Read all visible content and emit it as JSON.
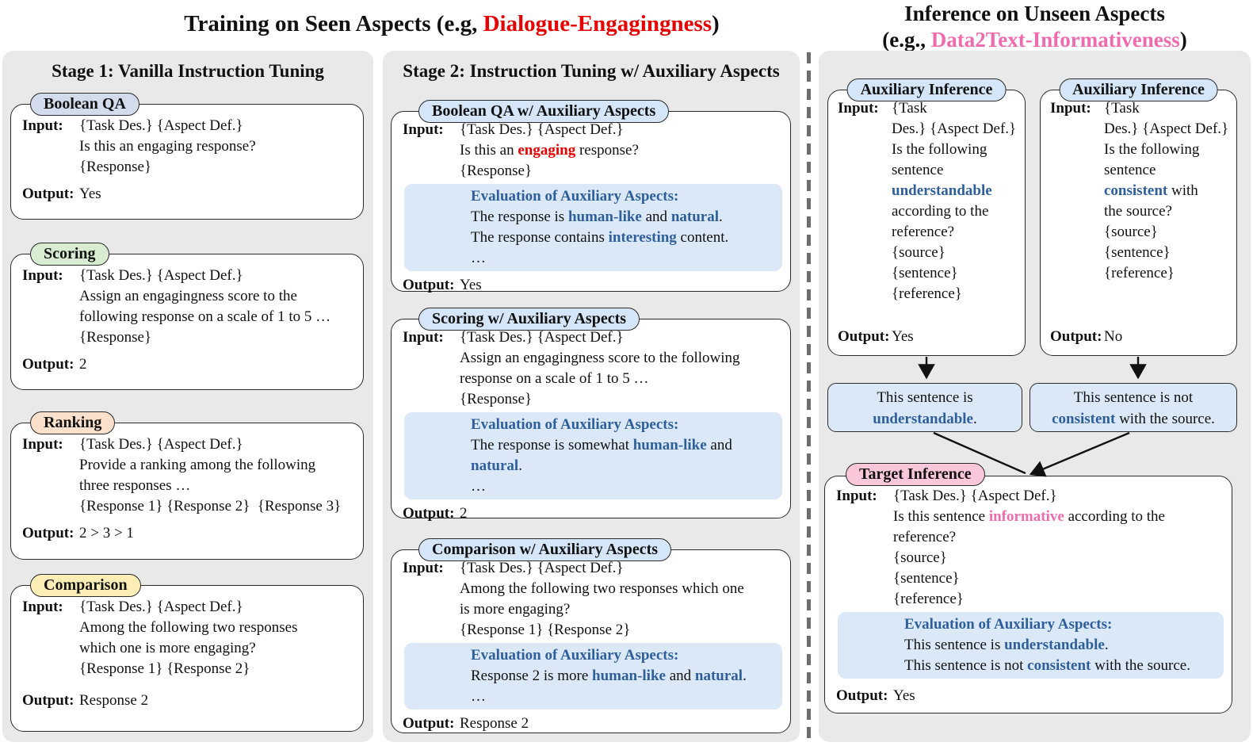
{
  "colors": {
    "red": "#e60000",
    "pink": "#ee6bae",
    "blue": "#2e5f9a",
    "panel": "#e9e9e9",
    "hl": "#dbe8f7",
    "border": "#2b2b2b"
  },
  "headers": {
    "left": {
      "segments": [
        {
          "t": "Training on Seen Aspects (e.g, "
        },
        {
          "t": "Dialogue-Engagingness",
          "c": "red"
        },
        {
          "t": ")"
        }
      ]
    },
    "right": {
      "line1": "Inference on Unseen Aspects",
      "line2": [
        {
          "t": "(e.g., "
        },
        {
          "t": "Data2Text-Informativeness",
          "c": "pink"
        },
        {
          "t": ")"
        }
      ]
    }
  },
  "stage1": {
    "title": "Stage 1: Vanilla Instruction Tuning",
    "cards": [
      {
        "label": "Boolean QA",
        "label_bg": "#d3dcec",
        "input_label": "Input:",
        "output_label": "Output:",
        "input_lines": [
          "{Task Des.} {Aspect Def.}",
          "Is this an engaging response?",
          "{Response}"
        ],
        "output": [
          {
            "t": "Yes"
          }
        ]
      },
      {
        "label": "Scoring",
        "label_bg": "#d8ecd2",
        "input_label": "Input:",
        "output_label": "Output:",
        "input_lines": [
          "{Task Des.} {Aspect Def.}",
          "Assign an engagingness score to the",
          "following response on a scale of 1 to 5 …",
          "{Response}"
        ],
        "output": [
          {
            "t": "2"
          }
        ]
      },
      {
        "label": "Ranking",
        "label_bg": "#fbe0cb",
        "input_label": "Input:",
        "output_label": "Output:",
        "input_lines": [
          "{Task Des.} {Aspect Def.}",
          "Provide a ranking among the following",
          "three responses …",
          "{Response 1} {Response 2}  {Response 3}"
        ],
        "output": [
          {
            "t": "2 > 3 > 1"
          }
        ]
      },
      {
        "label": "Comparison",
        "label_bg": "#fdeeb8",
        "input_label": "Input:",
        "output_label": "Output:",
        "input_lines": [
          "{Task Des.} {Aspect Def.}",
          "Among the following two responses",
          "which one is more engaging?",
          "{Response 1} {Response 2}"
        ],
        "output": [
          {
            "t": "Response 2"
          }
        ]
      }
    ]
  },
  "stage2": {
    "title": "Stage 2: Instruction Tuning w/ Auxiliary Aspects",
    "cards": [
      {
        "label": "Boolean QA w/ Auxiliary Aspects",
        "label_bg": "#d4e6f8",
        "input_label": "Input:",
        "output_label": "Output:",
        "input_lines": [
          "{Task Des.} {Aspect Def.}",
          [
            {
              "t": "Is this an "
            },
            {
              "t": "engaging",
              "c": "red"
            },
            {
              "t": " response?"
            }
          ],
          "{Response}"
        ],
        "highlight_lines": [
          [
            {
              "t": "Evaluation of Auxiliary Aspects:",
              "c": "blue"
            }
          ],
          [
            {
              "t": "The response is "
            },
            {
              "t": "human-like",
              "c": "blue"
            },
            {
              "t": " and "
            },
            {
              "t": "natural",
              "c": "blue"
            },
            {
              "t": "."
            }
          ],
          [
            {
              "t": "The response contains "
            },
            {
              "t": "interesting",
              "c": "blue"
            },
            {
              "t": " content."
            }
          ],
          "…"
        ],
        "output": [
          {
            "t": "Yes"
          }
        ]
      },
      {
        "label": "Scoring w/ Auxiliary Aspects",
        "label_bg": "#d4e6f8",
        "input_label": "Input:",
        "output_label": "Output:",
        "input_lines": [
          "{Task Des.} {Aspect Def.}",
          "Assign an engagingness score to the following",
          "response on a scale of 1 to 5 …",
          "{Response}"
        ],
        "highlight_lines": [
          [
            {
              "t": "Evaluation of Auxiliary Aspects:",
              "c": "blue"
            }
          ],
          [
            {
              "t": "The response is somewhat "
            },
            {
              "t": "human-like",
              "c": "blue"
            },
            {
              "t": " and"
            }
          ],
          [
            {
              "t": "natural",
              "c": "blue"
            },
            {
              "t": "."
            }
          ],
          "…"
        ],
        "output": [
          {
            "t": "2"
          }
        ]
      },
      {
        "label": "Comparison w/ Auxiliary Aspects",
        "label_bg": "#d4e6f8",
        "input_label": "Input:",
        "output_label": "Output:",
        "input_lines": [
          "{Task Des.} {Aspect Def.}",
          "Among the following two responses which one",
          "is more engaging?",
          "{Response 1} {Response 2}"
        ],
        "highlight_lines": [
          [
            {
              "t": "Evaluation of Auxiliary Aspects:",
              "c": "blue"
            }
          ],
          [
            {
              "t": "Response 2 is more "
            },
            {
              "t": "human-like",
              "c": "blue"
            },
            {
              "t": " and "
            },
            {
              "t": "natural",
              "c": "blue"
            },
            {
              "t": "."
            }
          ],
          "…"
        ],
        "output": [
          {
            "t": "Response 2"
          }
        ]
      }
    ]
  },
  "inference": {
    "aux_cards": [
      {
        "label": "Auxiliary Inference",
        "label_bg": "#d4e6f8",
        "input_label": "Input:",
        "output_label": "Output:",
        "input_lines": [
          "{Task",
          "Des.} {Aspect Def.}",
          "Is the following",
          "sentence",
          [
            {
              "t": "understandable",
              "c": "blue"
            }
          ],
          "according to the",
          "reference?",
          "{source}",
          "{sentence}",
          "{reference}"
        ],
        "output": [
          {
            "t": "Yes"
          }
        ]
      },
      {
        "label": "Auxiliary Inference",
        "label_bg": "#d4e6f8",
        "input_label": "Input:",
        "output_label": "Output:",
        "input_lines": [
          "{Task",
          "Des.} {Aspect Def.}",
          "Is the following",
          "sentence",
          [
            {
              "t": "consistent",
              "c": "blue"
            },
            {
              "t": " with"
            }
          ],
          "the source?",
          "{source}",
          "{sentence}",
          "{reference}"
        ],
        "output": [
          {
            "t": "No"
          }
        ]
      }
    ],
    "result_boxes": [
      {
        "lines": [
          "This sentence is",
          [
            {
              "t": "understandable",
              "c": "blue"
            },
            {
              "t": "."
            }
          ]
        ]
      },
      {
        "lines": [
          "This sentence is not",
          [
            {
              "t": "consistent",
              "c": "blue"
            },
            {
              "t": " with the source."
            }
          ]
        ]
      }
    ],
    "target": {
      "label": "Target Inference",
      "label_bg": "#f9c6da",
      "input_label": "Input:",
      "output_label": "Output:",
      "input_lines": [
        "{Task Des.} {Aspect Def.}",
        [
          {
            "t": "Is this sentence "
          },
          {
            "t": "informative",
            "c": "pink"
          },
          {
            "t": " according to the"
          }
        ],
        "reference?",
        "{source}",
        "{sentence}",
        "{reference}"
      ],
      "highlight_lines": [
        [
          {
            "t": "Evaluation of Auxiliary Aspects:",
            "c": "blue"
          }
        ],
        [
          {
            "t": "This sentence is "
          },
          {
            "t": "understandable",
            "c": "blue"
          },
          {
            "t": "."
          }
        ],
        [
          {
            "t": "This sentence is not "
          },
          {
            "t": "consistent",
            "c": "blue"
          },
          {
            "t": " with the source."
          }
        ]
      ],
      "output": [
        {
          "t": "Yes"
        }
      ]
    }
  }
}
